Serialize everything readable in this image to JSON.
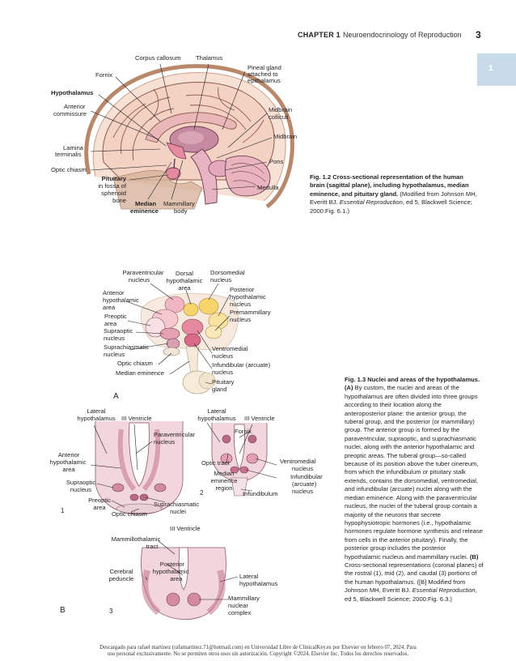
{
  "header": {
    "chapter": "CHAPTER 1",
    "title": "Neuroendocrinology of Reproduction",
    "page_number": "3",
    "side_tab": "1"
  },
  "fig12": {
    "labels": {
      "corpus_callosum": "Corpus callosum",
      "thalamus": "Thalamus",
      "fornix": "Fornix",
      "pineal_1": "Pineal gland",
      "pineal_2": "attached to",
      "pineal_3": "epithalamus",
      "hypothalamus": "Hypothalamus",
      "anterior_commissure_1": "Anterior",
      "anterior_commissure_2": "commissure",
      "midbrain_colliculi_1": "Midbrain",
      "midbrain_colliculi_2": "colliculi",
      "midbrain": "Midbrain",
      "lamina_1": "Lamina",
      "lamina_2": "terminalis",
      "pons": "Pons",
      "optic_chiasm": "Optic chiasm",
      "pituitary": "Pituitary",
      "pituitary_2": "in fossa of",
      "pituitary_3": "sphenoid",
      "pituitary_4": "bone",
      "median_eminence_1": "Median",
      "median_eminence_2": "eminence",
      "mammillary_1": "Mammillary",
      "mammillary_2": "body",
      "medulla": "Medulla"
    },
    "caption_bold": "Fig. 1.2 Cross-sectional representation of the human brain (sagittal plane), including hypothalamus, median eminence, and pituitary gland.",
    "caption_text": " (Modified from Johnson MH, Everitt BJ. ",
    "caption_italic": "Essential Reproduction",
    "caption_end": ", ed 5, Blackwell Science; 2000:Fig. 6.1.)"
  },
  "fig13": {
    "panel_a": "A",
    "panel_b": "B",
    "a_labels": {
      "paraventricular_1": "Paraventricular",
      "paraventricular_2": "nucleus",
      "dorsal_1": "Dorsal",
      "dorsal_2": "hypothalamic",
      "dorsal_3": "area",
      "dorsomedial_1": "Dorsomedial",
      "dorsomedial_2": "nucleus",
      "anterior_1": "Anterior",
      "anterior_2": "hypothalamic",
      "anterior_3": "area",
      "posterior_1": "Posterior",
      "posterior_2": "hypothalamic",
      "posterior_3": "nucleus",
      "preoptic_1": "Preoptic",
      "preoptic_2": "area",
      "premammillary_1": "Premammillary",
      "premammillary_2": "nucleus",
      "supraoptic_1": "Supraoptic",
      "supraoptic_2": "nucleus",
      "suprachiasmatic_1": "Suprachiasmatic",
      "suprachiasmatic_2": "nucleus",
      "ventromedial_1": "Ventromedial",
      "ventromedial_2": "nucleus",
      "optic_chiasm": "Optic chiasm",
      "infundibular_1": "Infundibular (arcuate)",
      "infundibular_2": "nucleus",
      "median_eminence": "Median eminence",
      "pituitary_1": "Pituitary",
      "pituitary_2": "gland"
    },
    "b1_labels": {
      "lateral_1": "Lateral",
      "lateral_2": "hypothalamus",
      "third_ventricle": "III Ventricle",
      "paraventricular_1": "Paraventricular",
      "paraventricular_2": "nucleus",
      "anterior_1": "Anterior",
      "anterior_2": "hypothalamic",
      "anterior_3": "area",
      "supraoptic_1": "Supraoptic",
      "supraoptic_2": "nucleus",
      "preoptic_1": "Preoptic",
      "preoptic_2": "area",
      "optic_chiasm": "Optic chiasm",
      "suprachiasmatic_1": "Suprachiasmatic",
      "suprachiasmatic_2": "nuclei",
      "num": "1"
    },
    "b2_labels": {
      "lateral_1": "Lateral",
      "lateral_2": "hypothalamus",
      "third_ventricle": "III Ventricle",
      "fornix": "Fornix",
      "optic_tract": "Optic tract",
      "median_1": "Median",
      "median_2": "eminence",
      "median_3": "region",
      "ventromedial_1": "Ventromedial",
      "ventromedial_2": "nucleus",
      "infundibular_1": "Infundibular",
      "infundibular_2": "(arcuate)",
      "infundibular_3": "nucleus",
      "infundibulum": "Infundibulum",
      "num": "2"
    },
    "b3_labels": {
      "third_ventricle": "III Ventricle",
      "mammillothalamic_1": "Mammillothalamic",
      "mammillothalamic_2": "tract",
      "posterior_1": "Posterior",
      "posterior_2": "hypothalamic",
      "posterior_3": "area",
      "cerebral_1": "Cerebral",
      "cerebral_2": "peduncle",
      "lateral_1": "Lateral",
      "lateral_2": "hypothalamus",
      "mammillary_1": "Mammillary",
      "mammillary_2": "nuclear",
      "mammillary_3": "complex",
      "num": "3"
    },
    "caption_bold": "Fig. 1.3 Nuclei and areas of the hypothalamus.",
    "caption_a_label": " (A)",
    "caption_a_text": " By custom, the nuclei and areas of the hypothalamus are often divided into three groups according to their location along the anteroposterior plane: the anterior group, the tuberal group, and the posterior (or mammillary) group. The anterior group is formed by the paraventricular, supraoptic, and suprachiasmatic nuclei, along with the anterior hypothalamic and preoptic areas. The tuberal group—so-called because of its position above the tuber cinereum, from which the infundibulum or pituitary stalk extends, contains the dorsomedial, ventromedial, and infundibular (arcuate) nuclei along with the median eminence. Along with the paraventricular nucleus, the nuclei of the tuberal group contain a majority of the neurons that secrete hypophysiotropic hormones (i.e., hypothalamic hormones regulate hormone synthesis and release from cells in the anterior pituitary). Finally, the posterior group includes the posterior hypothalamic nucleus and mammillary nuclei.",
    "caption_b_label": " (B)",
    "caption_b_text": " Cross-sectional representations (coronal planes) of the rostral (1), mid (2), and caudal (3) portions of the human hypothalamus. ([B] Modified from Johnson MH, Everitt BJ. ",
    "caption_italic": "Essential Reproduction",
    "caption_end": ", ed 5, Blackwell Science; 2000:Fig. 6.3.)"
  },
  "footer": {
    "line1": "Descargado para rafael martinez (rafamartinez.71@hotmail.com) en Universidad Libre de ClinicalKey.es por Elsevier en febrero 07, 2024. Para",
    "line2": "uso personal exclusivamente. No se permiten otros usos sin autorización. Copyright ©2024. Elsevier Inc. Todos los derechos reservados."
  }
}
